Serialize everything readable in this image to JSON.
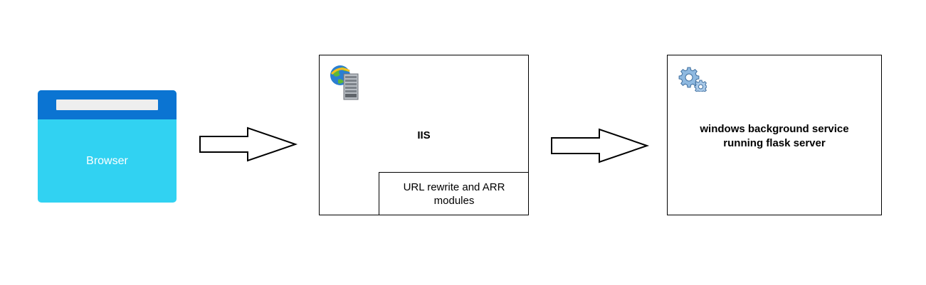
{
  "nodes": {
    "browser": {
      "label": "Browser"
    },
    "iis": {
      "label": "IIS",
      "module_label": "URL rewrite and ARR modules"
    },
    "service": {
      "label_line1": "windows background service",
      "label_line2": "running flask server"
    }
  },
  "colors": {
    "browser_body": "#31d2f2",
    "browser_bar": "#0b74d2",
    "browser_url": "#eeeeee",
    "border": "#000000"
  },
  "icons": {
    "iis": "globe-server-icon",
    "service": "gears-icon"
  }
}
